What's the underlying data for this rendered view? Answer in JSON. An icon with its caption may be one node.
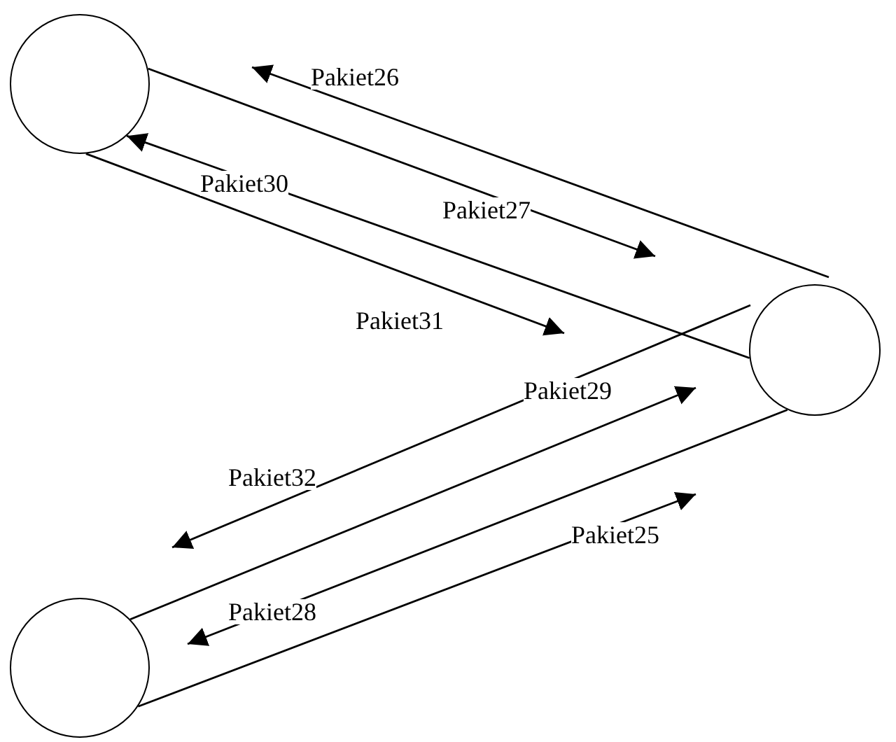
{
  "diagram": {
    "nodes": [
      {
        "text": [],
        "shape": "circle"
      },
      {
        "text": [],
        "shape": "circle"
      },
      {
        "text": [],
        "shape": "circle"
      }
    ],
    "edges": [
      {
        "from": 1,
        "to": null,
        "arrow": "to",
        "label": "Pakiet26"
      },
      {
        "from": 0,
        "to": null,
        "arrow": "to",
        "label": "Pakiet27"
      },
      {
        "from": 1,
        "to": 0,
        "arrow": "to",
        "label": "Pakiet30"
      },
      {
        "from": 0,
        "to": null,
        "arrow": "to",
        "label": "Pakiet31"
      },
      {
        "from": 1,
        "to": null,
        "arrow": "to",
        "label": "Pakiet32"
      },
      {
        "from": 2,
        "to": null,
        "arrow": "to",
        "label": "Pakiet29"
      },
      {
        "from": 1,
        "to": null,
        "arrow": "to",
        "label": "Pakiet28"
      },
      {
        "from": 2,
        "to": null,
        "arrow": "to",
        "label": "Pakiet25"
      }
    ]
  }
}
